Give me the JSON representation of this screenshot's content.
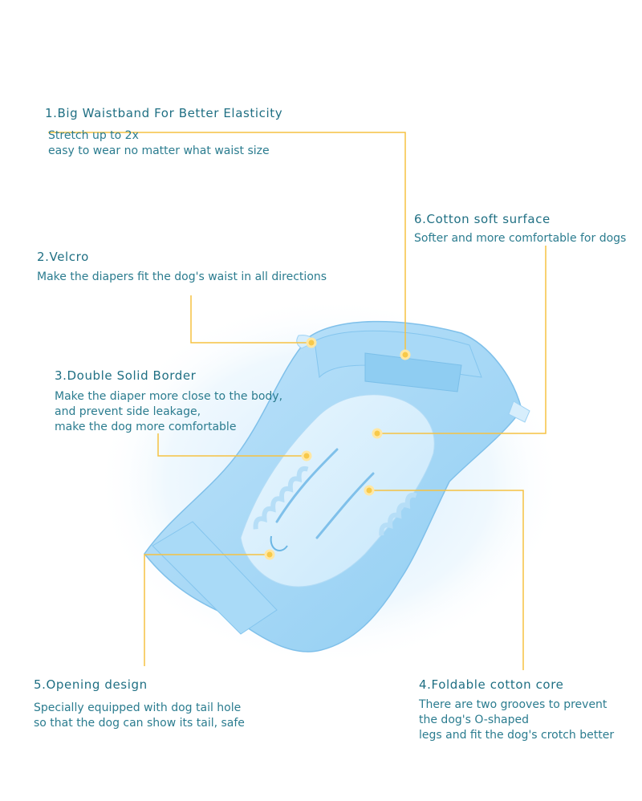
{
  "features": [
    {
      "title": "1.Big Waistband For Better Elasticity",
      "lines": [
        "Stretch up to 2x",
        "easy to wear no matter what waist size"
      ]
    },
    {
      "title": "2.Velcro",
      "lines": [
        "Make the diapers fit the dog's waist in all directions"
      ]
    },
    {
      "title": "3.Double Solid Border",
      "lines": [
        "Make the diaper more close to the body,",
        "and prevent side leakage,",
        "make the dog more comfortable"
      ]
    },
    {
      "title": "4.Foldable cotton core",
      "lines": [
        "There are two grooves to prevent",
        "the dog's O-shaped",
        "legs and fit the dog's crotch better"
      ]
    },
    {
      "title": "5.Opening design",
      "lines": [
        "Specially equipped with dog tail hole",
        "so that the dog can show its tail, safe"
      ]
    },
    {
      "title": "6.Cotton soft surface",
      "lines": [
        "Softer and more comfortable for dogs"
      ]
    }
  ],
  "colors": {
    "accent_line": "#f5c242",
    "text": "#1f6f83",
    "diaper": "#9fd4f4"
  }
}
